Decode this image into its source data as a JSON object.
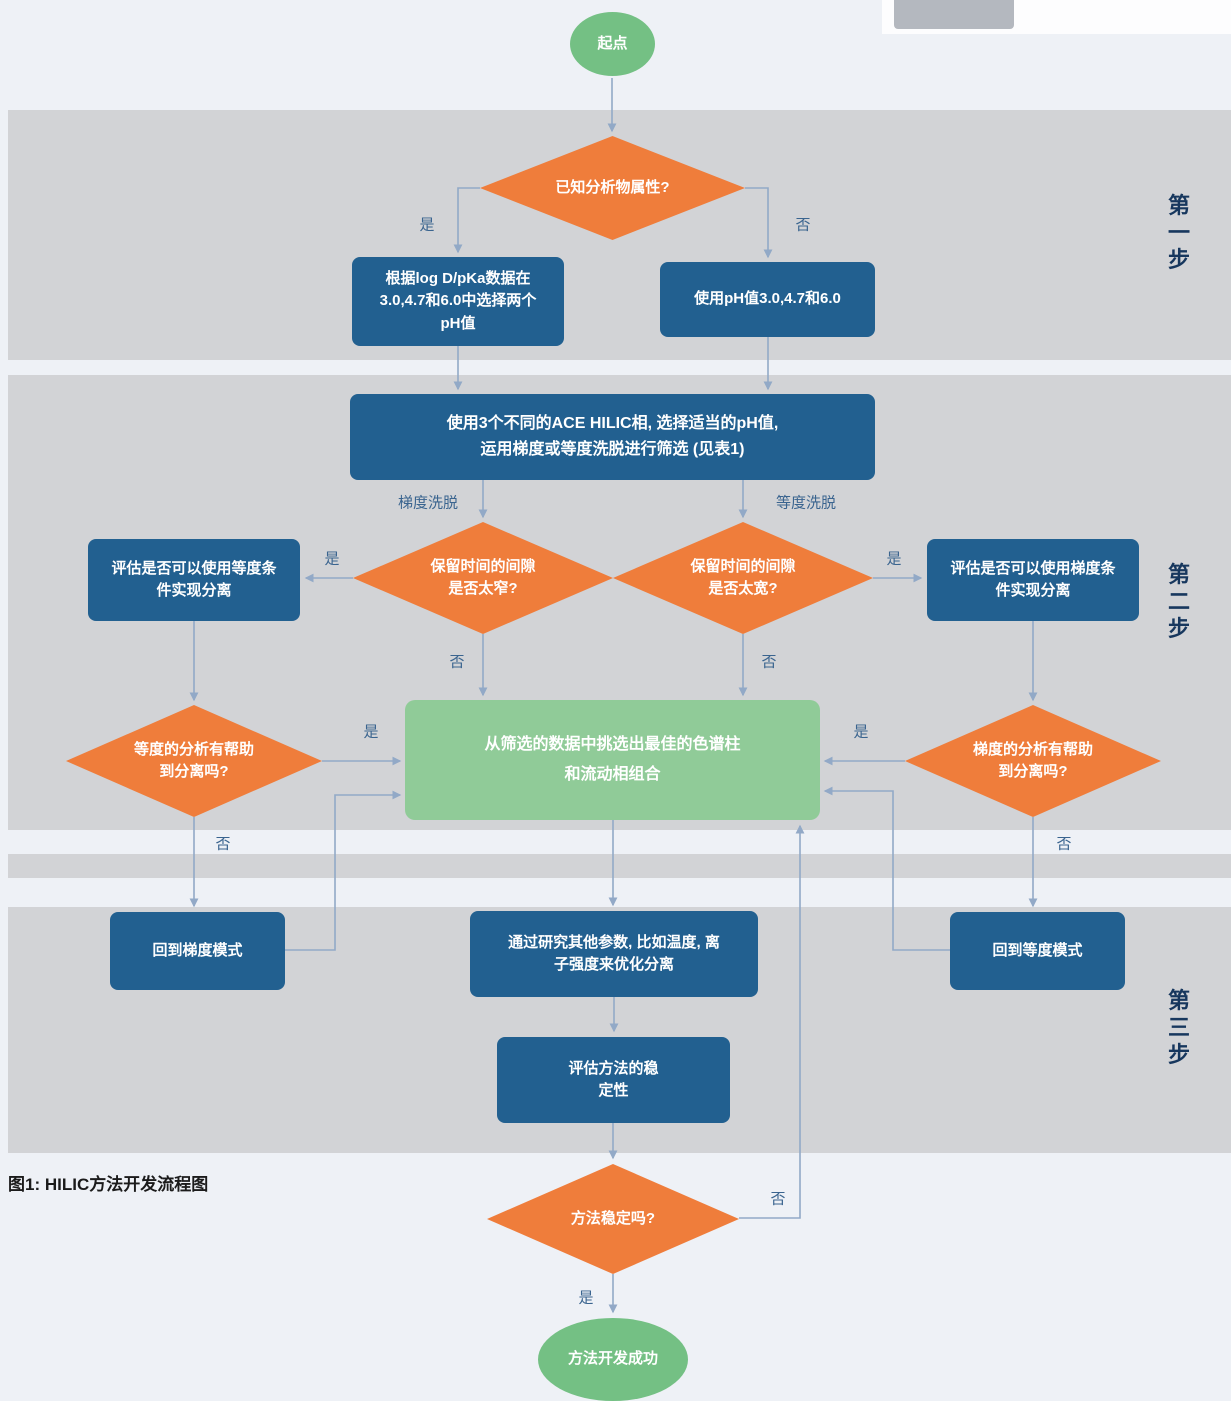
{
  "figure": {
    "caption": "图1: HILIC方法开发流程图"
  },
  "steps": [
    {
      "label": "第一步"
    },
    {
      "label": "第二步"
    },
    {
      "label": "第三步"
    }
  ],
  "edge_labels": {
    "yes": "是",
    "no": "否",
    "gradient_elution": "梯度洗脱",
    "isocratic_elution": "等度洗脱"
  },
  "nodes": {
    "start": "起点",
    "known_properties": "已知分析物属性?",
    "select_two_ph": "根据log D/pKa数据在\n3.0,4.7和6.0中选择两个\npH值",
    "use_ph": "使用pH值3.0,4.7和6.0",
    "screening": "使用3个不同的ACE HILIC相, 选择适当的pH值,\n运用梯度或等度洗脱进行筛选 (见表1)",
    "gap_too_narrow": "保留时间的间隙\n是否太窄?",
    "gap_too_wide": "保留时间的间隙\n是否太宽?",
    "evaluate_isocratic": "评估是否可以使用等度条\n件实现分离",
    "evaluate_gradient": "评估是否可以使用梯度条\n件实现分离",
    "isocratic_helps": "等度的分析有帮助\n到分离吗?",
    "gradient_helps": "梯度的分析有帮助\n到分离吗?",
    "best_combination": "从筛选的数据中挑选出最佳的色谱柱\n和流动相组合",
    "back_to_gradient": "回到梯度模式",
    "optimize_parameters": "通过研究其他参数, 比如温度, 离\n子强度来优化分离",
    "back_to_isocratic": "回到等度模式",
    "evaluate_robustness": "评估方法的稳\n定性",
    "method_stable": "方法稳定吗?",
    "success": "方法开发成功"
  },
  "colors": {
    "process_fill": "#226090",
    "decision_fill": "#ef7d3b",
    "terminal_fill": "#74c084",
    "highlight_fill": "#90cb98",
    "band_fill": "#d2d3d6",
    "background": "#eef1f6",
    "connector": "#92a9c7",
    "step_label": "#17375e"
  }
}
